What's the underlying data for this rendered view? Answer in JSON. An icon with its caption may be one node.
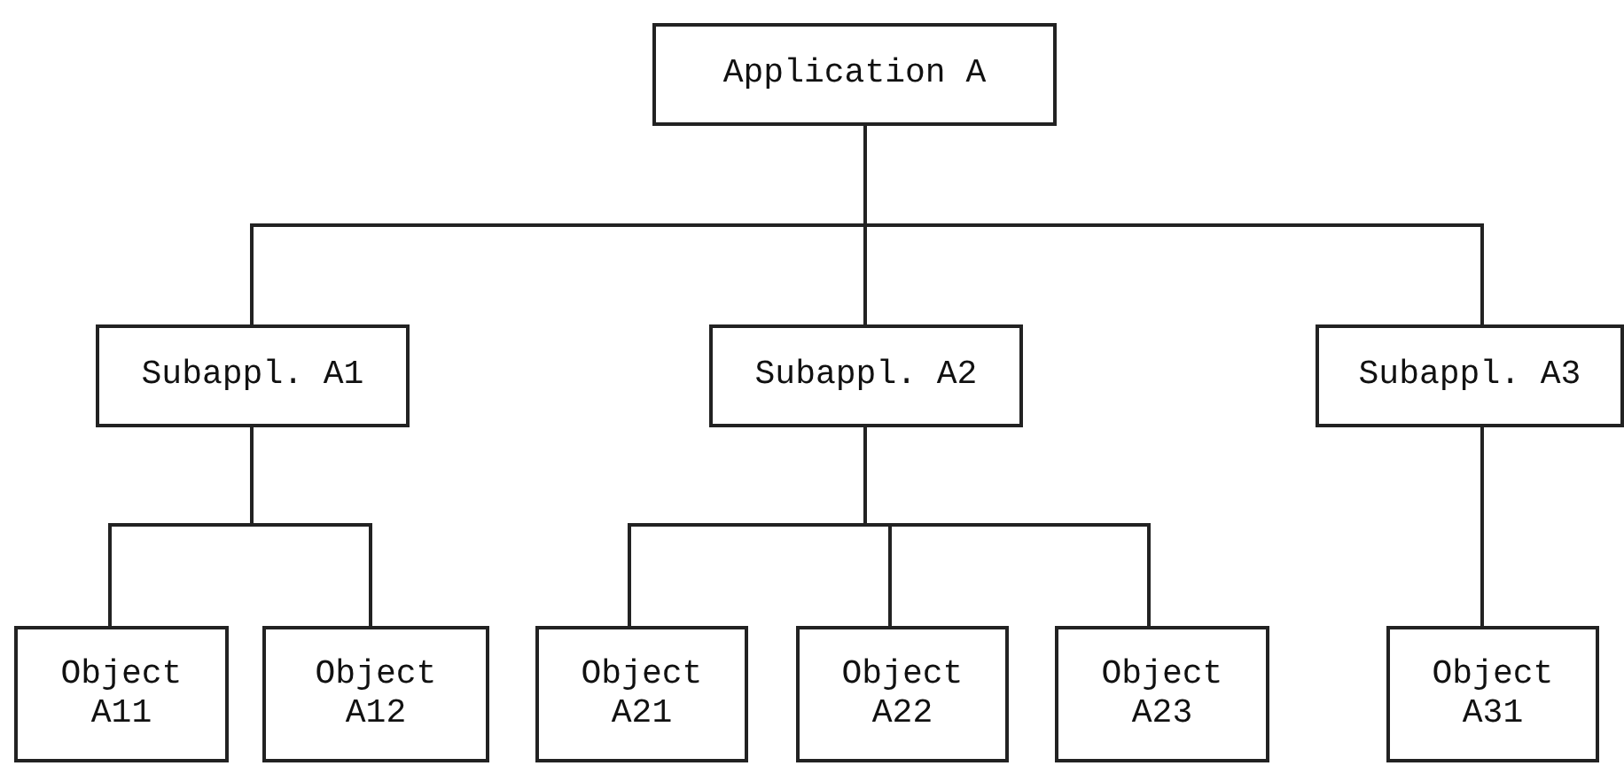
{
  "diagram": {
    "nodes": [
      {
        "text": [
          "Application A"
        ]
      },
      {
        "text": [
          "Subappl. A1"
        ]
      },
      {
        "text": [
          "Subappl. A2"
        ]
      },
      {
        "text": [
          "Subappl. A3"
        ]
      },
      {
        "text": [
          "Object A11"
        ]
      },
      {
        "text": [
          "Object A12"
        ]
      },
      {
        "text": [
          "Object A21"
        ]
      },
      {
        "text": [
          "Object A22"
        ]
      },
      {
        "text": [
          "Object A23"
        ]
      },
      {
        "text": [
          "Object A31"
        ]
      }
    ],
    "edges": [
      {
        "from": 0,
        "to": 1,
        "arrow": "none"
      },
      {
        "from": 0,
        "to": 2,
        "arrow": "none"
      },
      {
        "from": 0,
        "to": 3,
        "arrow": "none"
      },
      {
        "from": 1,
        "to": 4,
        "arrow": "none"
      },
      {
        "from": 1,
        "to": 5,
        "arrow": "none"
      },
      {
        "from": 2,
        "to": 6,
        "arrow": "none"
      },
      {
        "from": 2,
        "to": 7,
        "arrow": "none"
      },
      {
        "from": 2,
        "to": 8,
        "arrow": "none"
      },
      {
        "from": 3,
        "to": 9,
        "arrow": "none"
      }
    ]
  }
}
